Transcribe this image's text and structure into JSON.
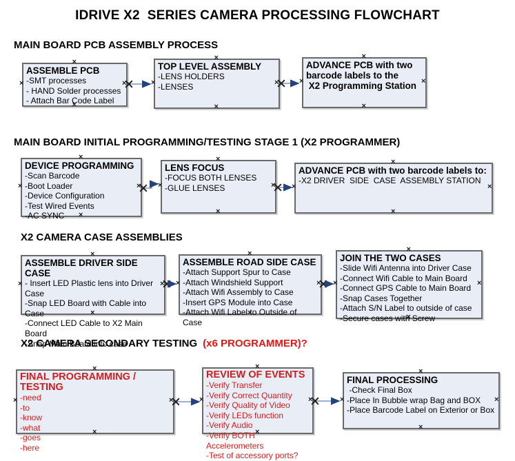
{
  "title": "IDRIVE X2  SERIES CAMERA PROCESSING FLOWCHART",
  "colors": {
    "box_fill": "#e9edf6",
    "box_border": "#696969",
    "arrow_line": "#7d93bd",
    "arrow_head": "#24427e",
    "red_heading": "#e01818",
    "red_text": "#cc2020"
  },
  "sections": [
    {
      "heading": "MAIN BOARD PCB ASSEMBLY PROCESS",
      "boxes": [
        {
          "title": "ASSEMBLE PCB",
          "lines": [
            "-SMT processes",
            "- HAND Solder processes",
            "- Attach Bar Code Label"
          ]
        },
        {
          "title": "TOP LEVEL ASSEMBLY",
          "lines": [
            "-LENS HOLDERS",
            "-LENSES"
          ]
        },
        {
          "title": "ADVANCE PCB with two\nbarcode labels to the\n X2 Programming Station",
          "lines": []
        }
      ]
    },
    {
      "heading": "MAIN BOARD INITIAL PROGRAMMING/TESTING STAGE 1 (X2 PROGRAMMER)",
      "boxes": [
        {
          "title": "DEVICE PROGRAMMING",
          "lines": [
            "-Scan Barcode",
            "-Boot Loader",
            "-Device Configuration",
            "-Test Wired Events",
            "-AC SYNC"
          ]
        },
        {
          "title": "LENS FOCUS",
          "lines": [
            "-FOCUS BOTH LENSES",
            "-GLUE LENSES"
          ]
        },
        {
          "title": "ADVANCE PCB with two barcode labels to:",
          "lines": [
            "-X2 DRIVER  SIDE  CASE  ASSEMBLY STATION"
          ]
        }
      ]
    },
    {
      "heading": "X2 CAMERA CASE ASSEMBLIES",
      "boxes": [
        {
          "title": "ASSEMBLE DRIVER SIDE CASE",
          "lines": [
            "- Insert LED Plastic lens into Driver Case",
            "-Snap LED Board with Cable into Case",
            "-Connect LED Cable to X2 Main Board",
            "-Snap Main Board into case"
          ]
        },
        {
          "title": "ASSEMBLE ROAD SIDE CASE",
          "lines": [
            "-Attach Support Spur to Case",
            "-Attach Windshield Support",
            "-Attach Wifi Assembly to Case",
            "-Insert GPS Module into Case",
            "-Attach Wifi Label to Outside of Case"
          ]
        },
        {
          "title": "JOIN THE TWO CASES",
          "lines": [
            "-Slide Wifi Antenna into Driver Case",
            "-Connect Wifi Cable to Main Board",
            "-Connect GPS Cable to Main Board",
            "-Snap Cases Together",
            "-Attach S/N Label to outside of case",
            "-Secure cases with Screw"
          ]
        }
      ]
    },
    {
      "heading": "X2 CAMERA SECONDARY TESTING",
      "heading_red": "(x6 PROGRAMMER)?",
      "boxes": [
        {
          "title": "FINAL PROGRAMMING / TESTING",
          "lines": [
            "-need",
            "-to",
            "-know",
            "-what",
            "-goes",
            "-here"
          ]
        },
        {
          "title": "REVIEW OF EVENTS",
          "lines": [
            "-Verify Transfer",
            "-Verify Correct Quantity",
            "-Verify Quality of Video",
            "-Verify LEDs function",
            "-Verify Audio",
            "-Verify BOTH Accelerometers",
            "-Test of accessory ports?"
          ]
        },
        {
          "title": "FINAL PROCESSING",
          "lines": [
            " -Check Final Box",
            "-Place In Bubble wrap Bag and BOX",
            "-Place Barcode Label on Exterior or Box"
          ]
        }
      ]
    }
  ]
}
